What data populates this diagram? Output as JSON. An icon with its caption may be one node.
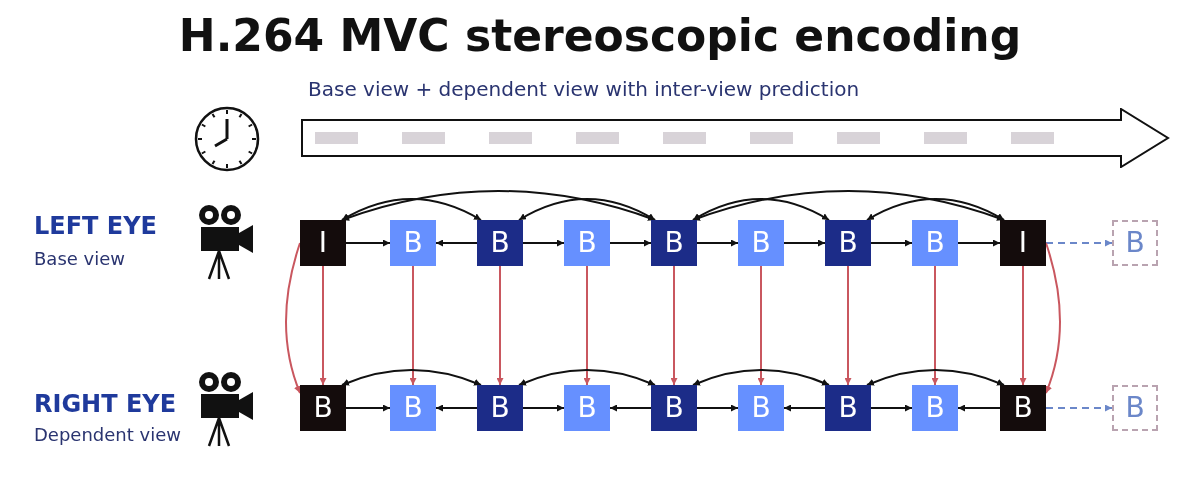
{
  "diagram": {
    "title": "H.264 MVC stereoscopic encoding",
    "nodes": [
      {
        "text": [
          "I"
        ]
      },
      {
        "text": [
          "B"
        ]
      },
      {
        "text": [
          "B"
        ]
      },
      {
        "text": [
          "B"
        ]
      },
      {
        "text": [
          "B"
        ]
      },
      {
        "text": [
          "B"
        ]
      },
      {
        "text": [
          "B"
        ]
      },
      {
        "text": [
          "B"
        ]
      },
      {
        "text": [
          "I"
        ]
      },
      {
        "text": [
          "B"
        ]
      },
      {
        "text": [
          "B"
        ]
      },
      {
        "text": [
          "B"
        ]
      },
      {
        "text": [
          "B"
        ]
      },
      {
        "text": [
          "B"
        ]
      },
      {
        "text": [
          "B"
        ]
      },
      {
        "text": [
          "B"
        ]
      },
      {
        "text": [
          "B"
        ]
      },
      {
        "text": [
          "B"
        ]
      },
      {
        "text": [
          "B"
        ]
      },
      {
        "text": [
          "B"
        ]
      }
    ],
    "edges": [
      {
        "from": 0,
        "to": 1,
        "arrow": "to"
      },
      {
        "from": 2,
        "to": 1,
        "arrow": "to"
      },
      {
        "from": 2,
        "to": 3,
        "arrow": "to"
      },
      {
        "from": 3,
        "to": 4,
        "arrow": "to"
      },
      {
        "from": 4,
        "to": 5,
        "arrow": "to"
      },
      {
        "from": 5,
        "to": 6,
        "arrow": "to"
      },
      {
        "from": 6,
        "to": 7,
        "arrow": "to"
      },
      {
        "from": 7,
        "to": 8,
        "arrow": "to"
      },
      {
        "from": 8,
        "to": 9,
        "arrow": "to",
        "style": "dashed",
        "color": "#6b87c9"
      },
      {
        "from": 0,
        "to": 2,
        "arrow": "both"
      },
      {
        "from": 2,
        "to": 4,
        "arrow": "both"
      },
      {
        "from": 0,
        "to": 4,
        "arrow": "both"
      },
      {
        "from": 4,
        "to": 6,
        "arrow": "both"
      },
      {
        "from": 6,
        "to": 8,
        "arrow": "both"
      },
      {
        "from": 4,
        "to": 8,
        "arrow": "both"
      },
      {
        "from": 0,
        "to": 10,
        "arrow": "to",
        "color": "#c9575f"
      },
      {
        "from": 1,
        "to": 11,
        "arrow": "to",
        "color": "#c9575f"
      },
      {
        "from": 2,
        "to": 12,
        "arrow": "to",
        "color": "#c9575f"
      },
      {
        "from": 3,
        "to": 13,
        "arrow": "to",
        "color": "#c9575f"
      },
      {
        "from": 4,
        "to": 14,
        "arrow": "to",
        "color": "#c9575f"
      },
      {
        "from": 5,
        "to": 15,
        "arrow": "to",
        "color": "#c9575f"
      },
      {
        "from": 6,
        "to": 16,
        "arrow": "to",
        "color": "#c9575f"
      },
      {
        "from": 7,
        "to": 17,
        "arrow": "to",
        "color": "#c9575f"
      },
      {
        "from": 8,
        "to": 18,
        "arrow": "to",
        "color": "#c9575f"
      },
      {
        "from": 0,
        "to": 10,
        "arrow": "to",
        "color": "#c9575f"
      },
      {
        "from": 8,
        "to": 18,
        "arrow": "to",
        "color": "#c9575f"
      },
      {
        "from": 10,
        "to": 11,
        "arrow": "to"
      },
      {
        "from": 12,
        "to": 11,
        "arrow": "to"
      },
      {
        "from": 12,
        "to": 13,
        "arrow": "to"
      },
      {
        "from": 14,
        "to": 13,
        "arrow": "to"
      },
      {
        "from": 14,
        "to": 15,
        "arrow": "to"
      },
      {
        "from": 16,
        "to": 15,
        "arrow": "to"
      },
      {
        "from": 16,
        "to": 17,
        "arrow": "to"
      },
      {
        "from": 18,
        "to": 17,
        "arrow": "to"
      },
      {
        "from": 18,
        "to": 19,
        "arrow": "to",
        "style": "dashed",
        "color": "#6b87c9"
      },
      {
        "from": 10,
        "to": 12,
        "arrow": "both"
      },
      {
        "from": 12,
        "to": 14,
        "arrow": "both"
      },
      {
        "from": 14,
        "to": 16,
        "arrow": "both"
      },
      {
        "from": 16,
        "to": 18,
        "arrow": "both"
      }
    ],
    "labels": [
      "Base view + dependent view with inter-view prediction",
      "LEFT EYE",
      "Base view",
      "RIGHT EYE",
      "Dependent view"
    ]
  }
}
